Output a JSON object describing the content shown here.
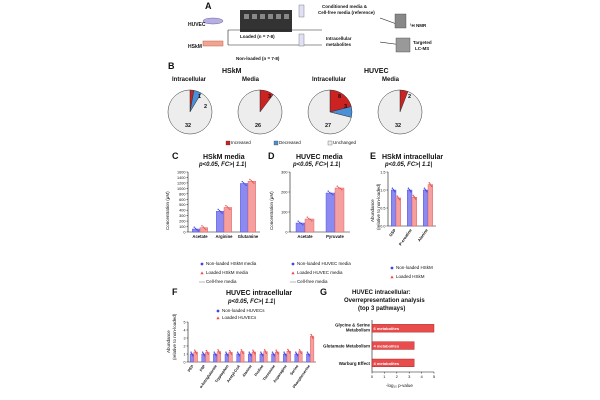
{
  "colors": {
    "increased": "#cc2222",
    "decreased": "#4a90d9",
    "unchanged": "#ededed",
    "nonloaded": "#4444e0",
    "loaded": "#e84c4c",
    "loaded_fill": "#f4a0a0",
    "nonloaded_fill": "#8a8af0"
  },
  "panelA": {
    "letter": "A",
    "huvec": "HUVEC",
    "hskm": "HSkM",
    "loaded": "Loaded (n = 7-8)",
    "nonloaded": "Non-loaded (n = 7-8)",
    "conditioned_line1": "Conditioned media &",
    "conditioned_line2": "Cell-free media (reference)",
    "intracellular_line1": "Intracellular",
    "intracellular_line2": "metabolites",
    "nmr": "¹H NMR",
    "targeted_line1": "Targeted",
    "targeted_line2": "LC-MS"
  },
  "panelB": {
    "letter": "B",
    "group_hskm": "HSkM",
    "group_huvec": "HUVEC",
    "pies": [
      {
        "title": "Intracellular",
        "increased": 1,
        "decreased": 2,
        "unchanged": 32,
        "lab_inc": "1",
        "lab_dec": "2",
        "lab_unc": "32"
      },
      {
        "title": "Media",
        "increased": 3,
        "decreased": 0,
        "unchanged": 26,
        "lab_inc": "3",
        "lab_dec": "",
        "lab_unc": "26"
      },
      {
        "title": "Intracellular",
        "increased": 8,
        "decreased": 3,
        "unchanged": 27,
        "lab_inc": "8",
        "lab_dec": "3",
        "lab_unc": "27"
      },
      {
        "title": "Media",
        "increased": 2,
        "decreased": 0,
        "unchanged": 32,
        "lab_inc": "2",
        "lab_dec": "",
        "lab_unc": "32"
      }
    ],
    "legend": {
      "increased": "Increased",
      "decreased": "Decreased",
      "unchanged": "Unchanged"
    }
  },
  "panelC": {
    "letter": "C",
    "title": "HSkM media",
    "subtitle": "p<0.05, FC>| 1.1|",
    "ylabel": "Concentration (μM)",
    "legend_nonloaded": "Non-loaded HSkM media",
    "legend_loaded": "Loaded HSkM media",
    "legend_cellfree": "Cell-free media"
  },
  "panelD": {
    "letter": "D",
    "title": "HUVEC media",
    "subtitle": "p<0.05, FC>| 1.1|",
    "ylabel": "Concentration (μM)",
    "legend_nonloaded": "Non-loaded HUVEC media",
    "legend_loaded": "Loaded HUVEC media",
    "legend_cellfree": "Cell-free media"
  },
  "panelE": {
    "letter": "E",
    "title": "HSkM intracellular",
    "subtitle": "p<0.05, FC>| 1.1|",
    "ylabel_line1": "Abundance",
    "ylabel_line2": "(relative to non-loaded)",
    "legend_nonloaded": "Non-loaded HSkM",
    "legend_loaded": "Loaded HSkM"
  },
  "panelF": {
    "letter": "F",
    "title": "HUVEC intracellular",
    "subtitle": "p<0.05, FC>| 1.1|",
    "ylabel_line1": "Abundance",
    "ylabel_line2": "(relative to non-loaded)",
    "legend_nonloaded": "Non-loaded HUVECs",
    "legend_loaded": "Loaded HUVECs"
  },
  "panelG": {
    "letter": "G",
    "title_line1": "HUVEC intracellular:",
    "title_line2": "Overrepresentation analysis",
    "title_line3": "(top 3 pathways)",
    "xlabel": "-log₁₀ p-value"
  },
  "chart_data": [
    {
      "type": "bar",
      "panel": "C",
      "categories": [
        "Acetate",
        "Arginine",
        "Glutamine"
      ],
      "series": [
        {
          "name": "Non-loaded HSkM media",
          "values": [
            55,
            380,
            1180
          ]
        },
        {
          "name": "Loaded HSkM media",
          "values": [
            80,
            450,
            1260
          ]
        }
      ],
      "ylim": [
        0,
        1600
      ],
      "yticks": [
        "0",
        "100",
        "200",
        "300",
        "400",
        "500",
        "600",
        "800",
        "1000",
        "1200",
        "1400",
        "1600"
      ]
    },
    {
      "type": "bar",
      "panel": "D",
      "categories": [
        "Acetate",
        "Pyruvate"
      ],
      "series": [
        {
          "name": "Non-loaded HUVEC media",
          "values": [
            45,
            195
          ]
        },
        {
          "name": "Loaded HUVEC media",
          "values": [
            65,
            220
          ]
        }
      ],
      "ylim": [
        0,
        300
      ],
      "yticks": [
        "0",
        "100",
        "200",
        "300"
      ]
    },
    {
      "type": "bar",
      "panel": "E",
      "categories": [
        "GSP",
        "P-creatine",
        "Alanine"
      ],
      "series": [
        {
          "name": "Non-loaded HSkM",
          "values": [
            1.0,
            1.0,
            1.0
          ]
        },
        {
          "name": "Loaded HSkM",
          "values": [
            0.78,
            0.8,
            1.15
          ]
        }
      ],
      "ylim": [
        0,
        1.5
      ],
      "yticks": [
        "0.0",
        "0.5",
        "1.0",
        "1.5"
      ]
    },
    {
      "type": "bar",
      "panel": "F",
      "categories": [
        "PEP",
        "F6P",
        "α-ketoglutarate",
        "Tryptophan",
        "Acetyl-CoA",
        "Alanine",
        "Proline",
        "Threonine",
        "Asparagine",
        "Serine",
        "Phosphoserine"
      ],
      "series": [
        {
          "name": "Non-loaded HUVECs",
          "values": [
            1,
            1,
            1,
            1,
            1,
            1,
            1,
            1,
            1,
            1,
            1
          ]
        },
        {
          "name": "Loaded HUVECs",
          "values": [
            1.25,
            1.2,
            1.3,
            1.2,
            1.3,
            1.25,
            1.3,
            1.25,
            1.35,
            1.3,
            3.2
          ]
        }
      ],
      "ylim": [
        0,
        5
      ],
      "yticks": [
        "0",
        "1",
        "2",
        "3",
        "4",
        "5"
      ]
    },
    {
      "type": "bar",
      "panel": "G",
      "categories": [
        "Glycine & Serine Metabolism",
        "Glutamate Metabolism",
        "Warburg Effect"
      ],
      "values": [
        5.0,
        3.4,
        3.4
      ],
      "bar_labels": [
        "6 metabolites",
        "4 metabolites",
        "4 metabolites"
      ],
      "xlim": [
        0,
        5
      ],
      "xticks": [
        "0",
        "1",
        "2",
        "3",
        "4",
        "5"
      ]
    }
  ]
}
